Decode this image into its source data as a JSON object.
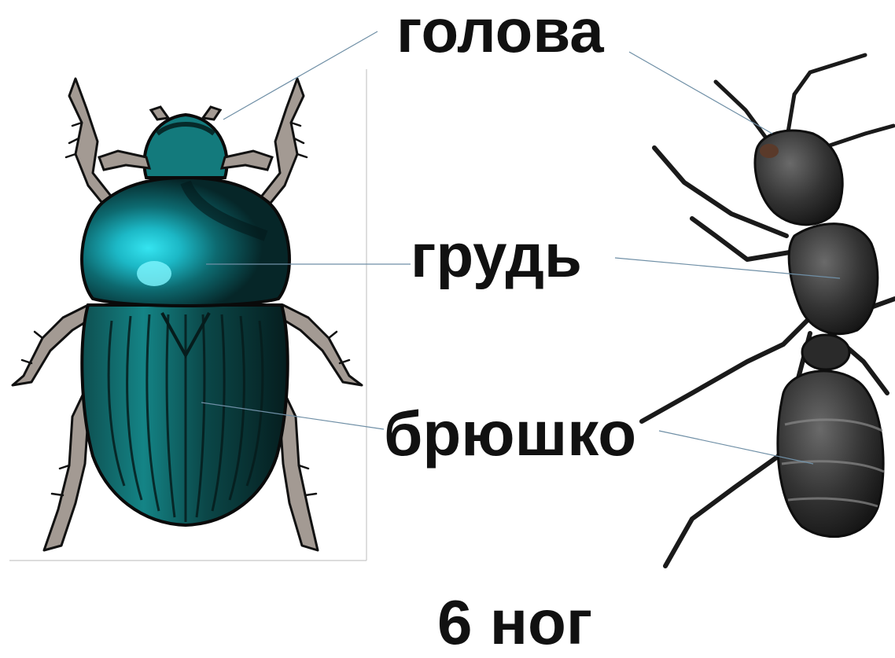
{
  "labels": {
    "head": "голова",
    "thorax": "грудь",
    "abdomen": "брюшко",
    "legs": "6 ног"
  },
  "colors": {
    "beetle_shell": "#0f6e6c",
    "beetle_highlight": "#35e4f0",
    "beetle_legs": "#a39a93",
    "ant_body": "#3c3c3c",
    "pointer_line": "#6f8fa6",
    "frame_line": "#c8c8c8"
  }
}
